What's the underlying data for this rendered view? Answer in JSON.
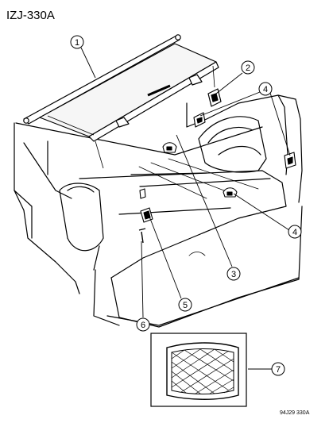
{
  "figure": {
    "title": "IZJ-330A",
    "code": "94J29 330A"
  },
  "callouts": [
    {
      "id": "1",
      "number": "1"
    },
    {
      "id": "2",
      "number": "2"
    },
    {
      "id": "3",
      "number": "3"
    },
    {
      "id": "4a",
      "number": "4"
    },
    {
      "id": "4b",
      "number": "4"
    },
    {
      "id": "5",
      "number": "5"
    },
    {
      "id": "6",
      "number": "6"
    },
    {
      "id": "7",
      "number": "7"
    }
  ]
}
